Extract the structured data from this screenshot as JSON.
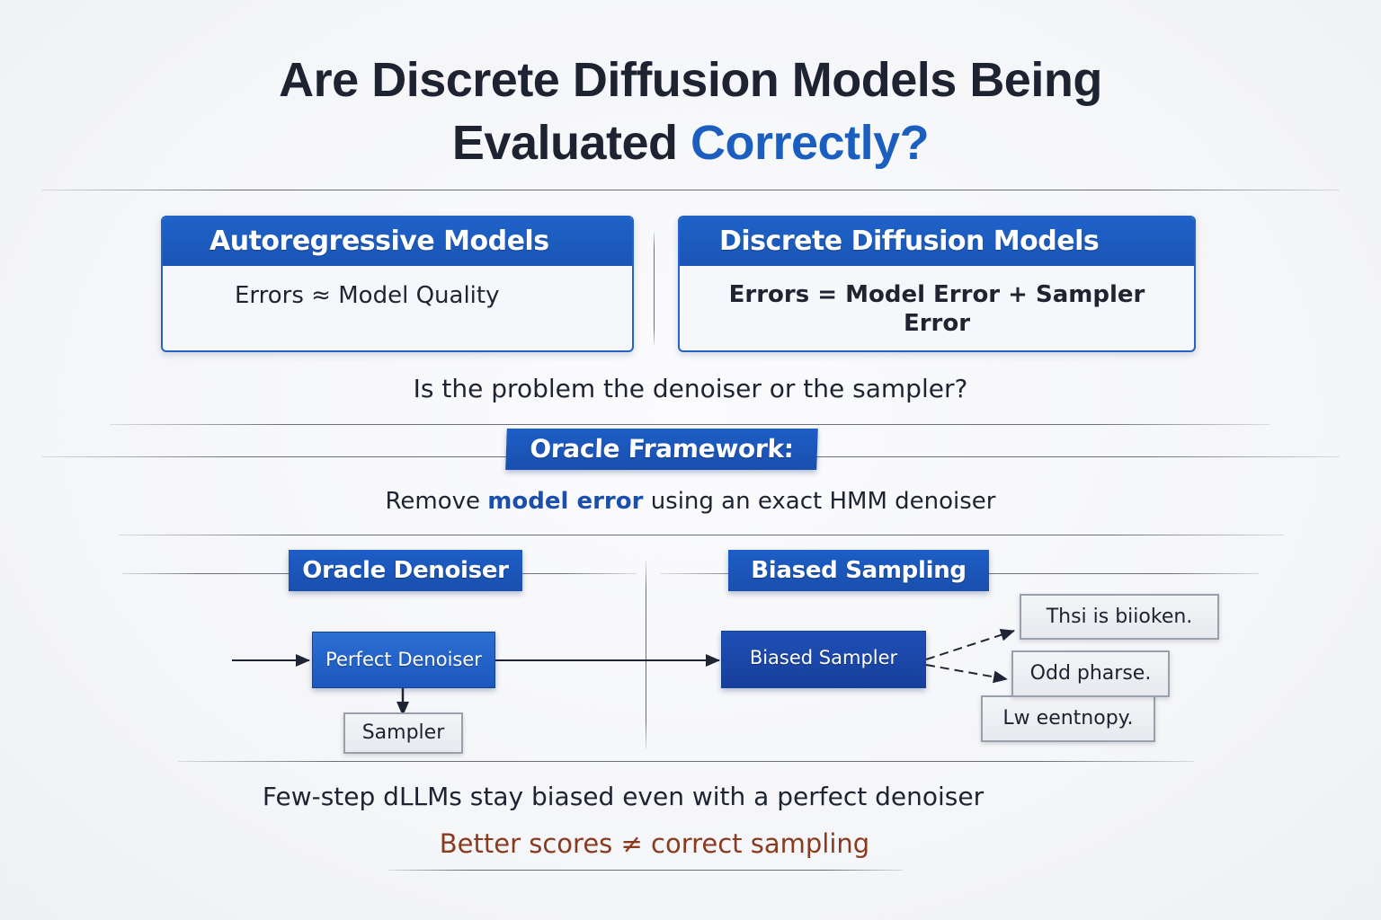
{
  "title": {
    "line1": "Are Discrete Diffusion Models Being",
    "line2_prefix": "Evaluated",
    "line2_highlight": "Correctly?"
  },
  "comparison": {
    "left": {
      "header": "Autoregressive Models",
      "body": "Errors ≈ Model Quality"
    },
    "right": {
      "header": "Discrete Diffusion Models",
      "body_line1": "Errors = Model Error + Sampler",
      "body_line2": "Error"
    }
  },
  "question": "Is the problem the denoiser or the sampler?",
  "framework": {
    "banner": "Oracle Framework:",
    "desc_prefix": "Remove",
    "desc_highlight": "model error",
    "desc_suffix": "using an exact HMM denoiser"
  },
  "oracle_panel": {
    "banner": "Oracle Denoiser",
    "perfect_denoiser": "Perfect Denoiser",
    "sampler": "Sampler"
  },
  "biased_panel": {
    "banner": "Biased Sampling",
    "biased_sampler": "Biased Sampler",
    "outputs": [
      "Thsi is biioken.",
      "Odd pharse.",
      "Lw eentnopy."
    ]
  },
  "conclusion": {
    "line1": "Few-step dLLMs stay biased even with a perfect denoiser",
    "line2": "Better scores ≠ correct sampling"
  },
  "colors": {
    "primary_blue": "#1f62c8",
    "dark_blue": "#1a4fae",
    "accent_blue_text": "#1a5fc0",
    "conclusion_brown": "#8a3a1e",
    "text_dark": "#1d2331"
  }
}
